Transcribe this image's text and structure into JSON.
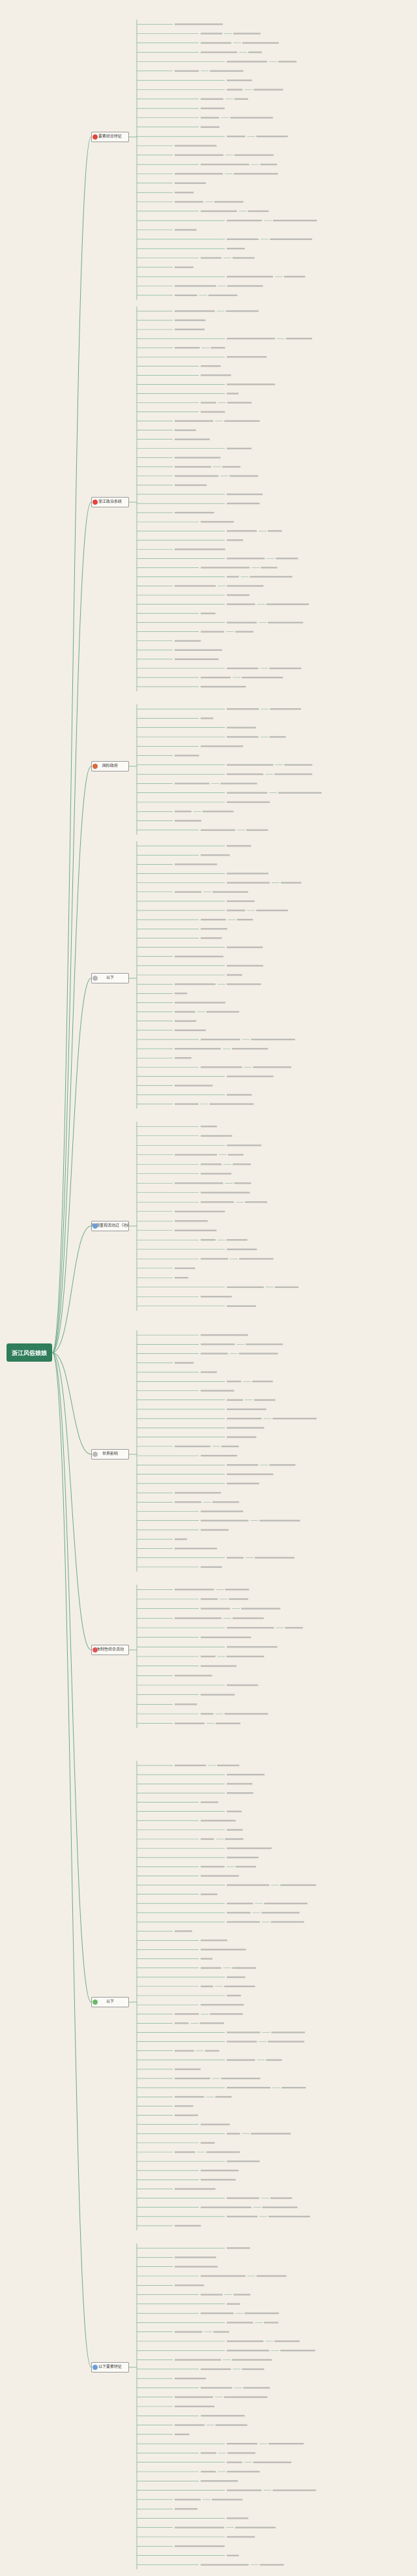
{
  "root": {
    "label": "浙江风俗娘娘"
  },
  "theme": {
    "accent": "#2f7d5b",
    "line": "#6aa886",
    "branch_icon_colors": [
      "#e0463e",
      "#e0463e",
      "#d86a3c",
      "#b9b9b9",
      "#6a9fd8",
      "#b9b9b9",
      "#e05656",
      "#6ab86a",
      "#6a9fd8",
      "#b9b9b9",
      "#6a9fd8"
    ]
  },
  "branches": [
    {
      "label": "要素综合特征",
      "icon": "flag-icon",
      "icon_color": "#e0463e"
    },
    {
      "label": "浙江政治系统",
      "icon": "flag-icon",
      "icon_color": "#e0463e"
    },
    {
      "label": "国际政府",
      "icon": "flag-icon",
      "icon_color": "#d86a3c"
    },
    {
      "label": "以下",
      "icon": "dot-icon",
      "icon_color": "#b9b9b9"
    },
    {
      "label": "联想重视活动过（功能性、服务性）",
      "icon": "dot-icon",
      "icon_color": "#6a9fd8"
    },
    {
      "label": "世界影响",
      "icon": "dot-icon",
      "icon_color": "#b9b9b9"
    },
    {
      "label": "体制性综合活动",
      "icon": "flag-icon",
      "icon_color": "#e05656"
    },
    {
      "label": "以下",
      "icon": "dot-icon",
      "icon_color": "#6ab86a"
    },
    {
      "label": "以下要素特征",
      "icon": "dot-icon",
      "icon_color": "#6a9fd8"
    }
  ]
}
